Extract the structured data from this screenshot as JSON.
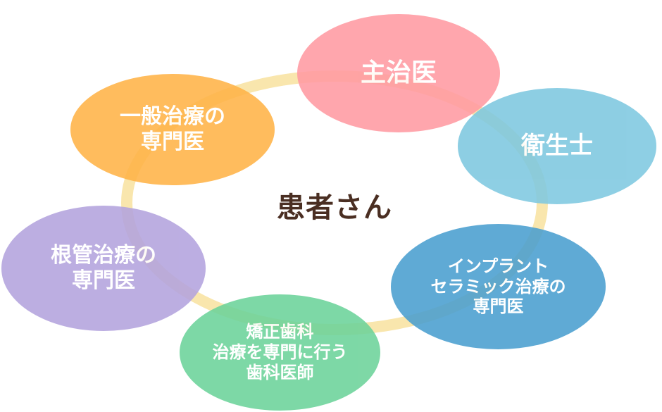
{
  "center": {
    "label": "患者さん"
  },
  "ring": {
    "color": "#f9e6ad"
  },
  "nodes": [
    {
      "id": "shujii",
      "label": "主治医",
      "color": "#ff9aa2"
    },
    {
      "id": "eiseishi",
      "label": "衛生士",
      "color": "#7ec8e0"
    },
    {
      "id": "implant",
      "label": "インプラント\nセラミック治療の\n専門医",
      "color": "#4a9fd0"
    },
    {
      "id": "kyousei",
      "label": "矯正歯科\n治療を専門に行う\n歯科医師",
      "color": "#6cd39a"
    },
    {
      "id": "konkan",
      "label": "根管治療の\n専門医",
      "color": "#b3a3de"
    },
    {
      "id": "ippan",
      "label": "一般治療の\n専門医",
      "color": "#ffb347"
    }
  ]
}
